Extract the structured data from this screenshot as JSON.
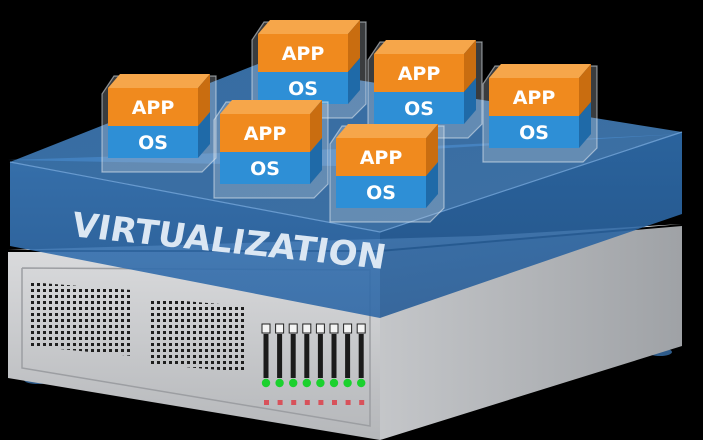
{
  "platform": {
    "label": "VIRTUALIZATION"
  },
  "vms": [
    {
      "app": "APP",
      "os": "OS"
    },
    {
      "app": "APP",
      "os": "OS"
    },
    {
      "app": "APP",
      "os": "OS"
    },
    {
      "app": "APP",
      "os": "OS"
    },
    {
      "app": "APP",
      "os": "OS"
    },
    {
      "app": "APP",
      "os": "OS"
    }
  ],
  "colors": {
    "background": "#000000",
    "app_layer": "#f08a1e",
    "os_layer": "#2e8fd6",
    "platform": "#3a78b8",
    "server": "#c9cbce",
    "led_green": "#1bd12e",
    "led_red": "#d8525b"
  }
}
